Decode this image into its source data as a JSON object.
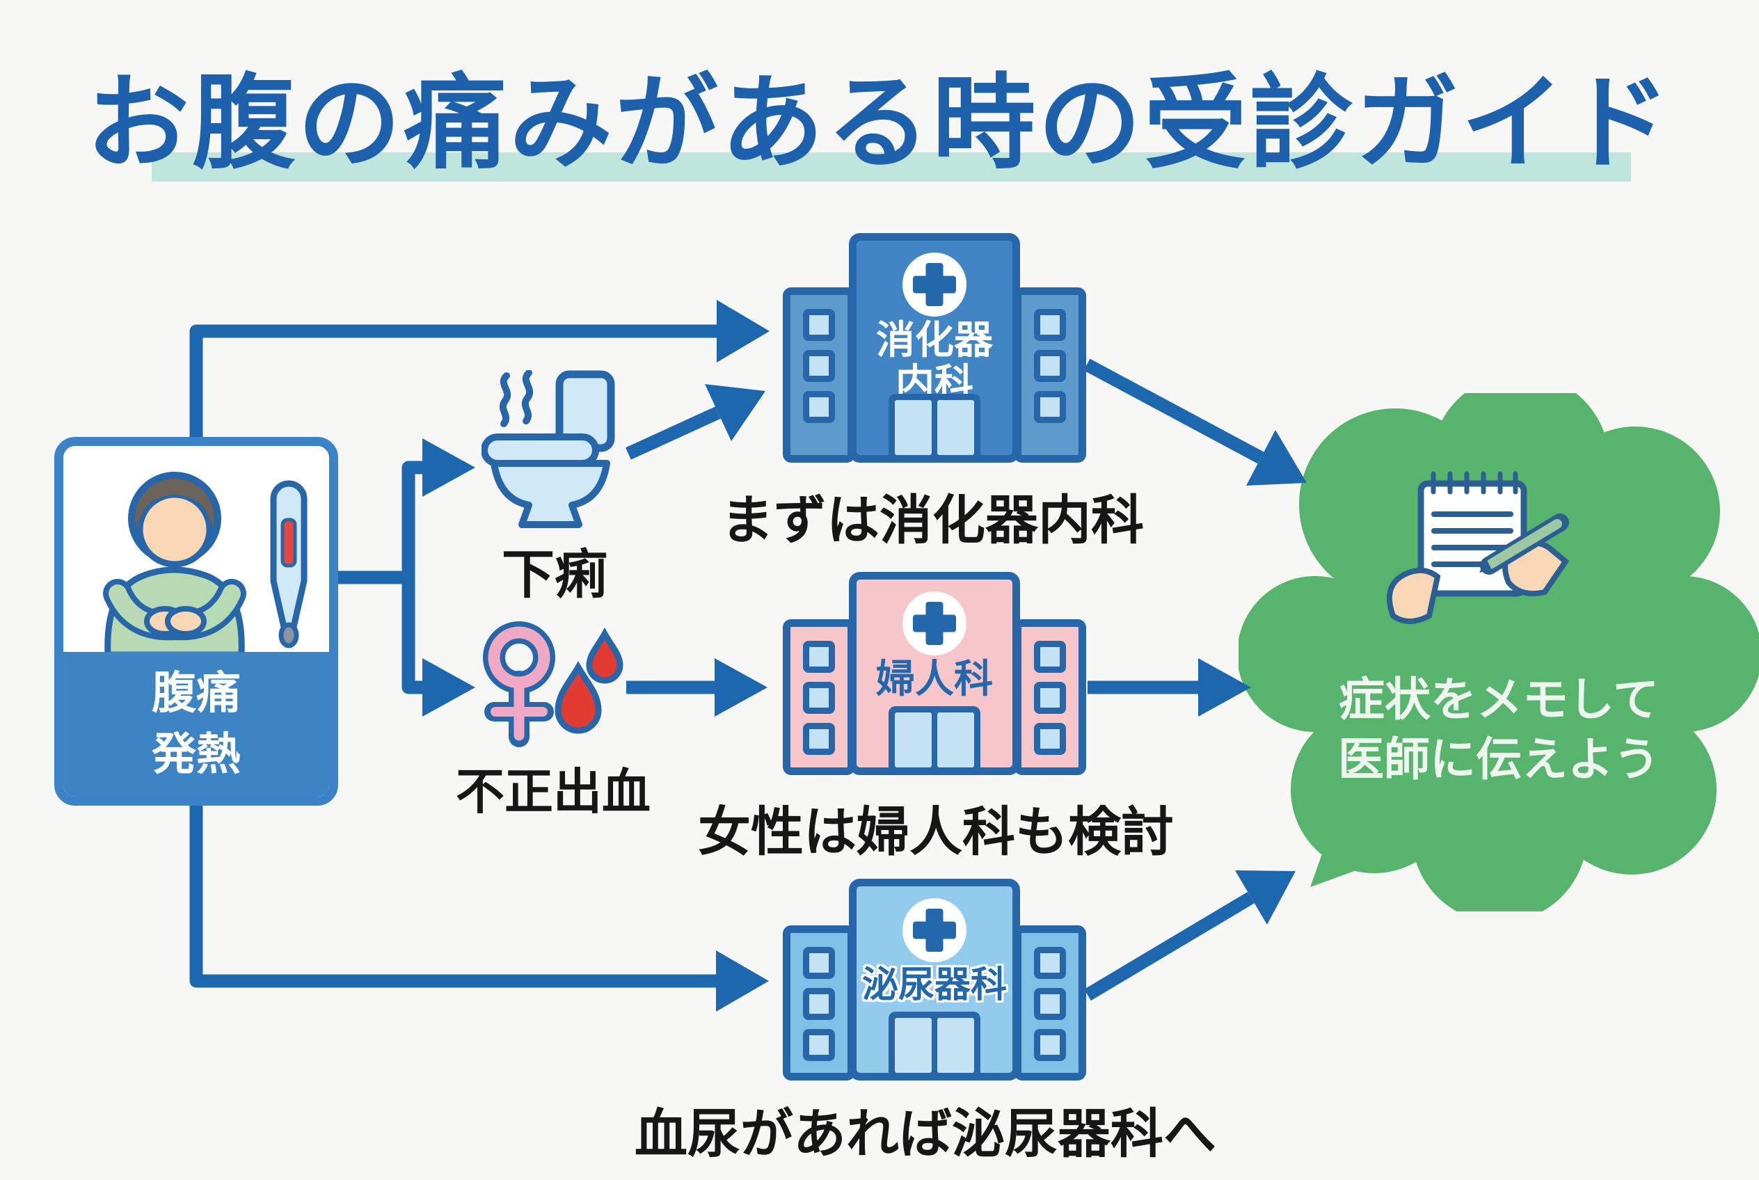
{
  "title": {
    "text": "お腹の痛みがある時の受診ガイド"
  },
  "patient_box": {
    "line1": "腹痛",
    "line2": "発熱"
  },
  "symptoms": [
    {
      "label": "下痢"
    },
    {
      "label": "不正出血"
    }
  ],
  "hospitals": [
    {
      "name_line1": "消化器",
      "name_line2": "内科",
      "caption": "まずは消化器内科"
    },
    {
      "name_line1": "婦人科",
      "name_line2": "",
      "caption": "女性は婦人科も検討"
    },
    {
      "name_line1": "泌尿器科",
      "name_line2": "",
      "caption": "血尿があれば泌尿器科へ"
    }
  ],
  "advice_bubble": {
    "line1": "症状をメモして",
    "line2": "医師に伝えよう"
  },
  "colors": {
    "bg": "#f7f8f6",
    "title-blue": "#1d60ab",
    "band-teal": "#c0e5dc",
    "line-blue": "#1c67ae",
    "text-black": "#161616",
    "box-border": "#3b82c6",
    "box-blue": "#3d84c4",
    "outline-blue": "#2766a8",
    "icon-light": "#cfe9f6",
    "skin": "#f8d8b4",
    "hair-gray": "#6b6259",
    "shirt-green": "#b7d9b4",
    "thermo-red": "#e8473f",
    "pink-symbol": "#f0a9c4",
    "drop-red": "#e23b31",
    "h1-tower": "#4285c5",
    "h1-wing": "#5e9bcd",
    "window-light": "#c3e3f4",
    "h2-pink": "#f6c6cb",
    "h3-tower": "#93cbed",
    "h3-wing": "#7fc0e7",
    "cloud-green": "#57b46c",
    "cloud-text": "#eef6ef",
    "cross-blue": "#2468ac",
    "pencil-green": "#9cc9a4"
  }
}
